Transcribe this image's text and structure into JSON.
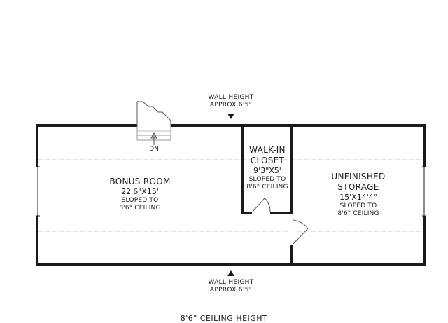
{
  "wall_height_top": {
    "line1": "WALL HEIGHT",
    "line2": "APPROX 6'5\""
  },
  "wall_height_bottom": {
    "line1": "WALL HEIGHT",
    "line2": "APPROX 6'5\""
  },
  "stairs_label": "DN",
  "rooms": {
    "bonus": {
      "name": "BONUS ROOM",
      "dims": "22'6\"X15'",
      "note1": "SLOPED TO",
      "note2": "8'6\" CEILING"
    },
    "closet": {
      "name1": "WALK-IN",
      "name2": "CLOSET",
      "dims": "9'3\"X5'",
      "note1": "SLOPED TO",
      "note2": "8'6\" CEILING"
    },
    "storage": {
      "name1": "UNFINISHED",
      "name2": "STORAGE",
      "dims": "15'X14'4\"",
      "note1": "SLOPED TO",
      "note2": "8'6\" CEILING"
    }
  },
  "footer": "8'6\" CEILING HEIGHT",
  "colors": {
    "wall": "#1a1a1a",
    "dashed": "#c8c8c8"
  }
}
